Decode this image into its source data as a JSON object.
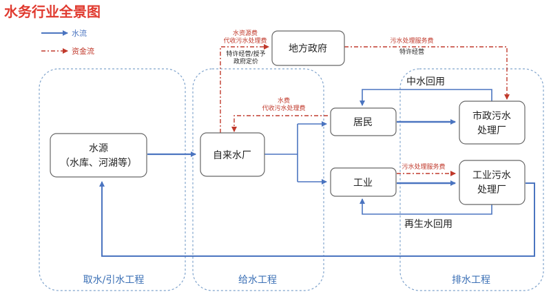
{
  "title": "水务行业全景图",
  "legend": {
    "water_flow": "水流",
    "fund_flow": "资金流"
  },
  "colors": {
    "title": "#e03a2f",
    "water": "#4a74c0",
    "fund": "#c0392b",
    "box_border": "#666666",
    "group_border": "#7fa3cc",
    "group_label": "#3a6fb5"
  },
  "groups": {
    "intake": "取水/引水工程",
    "supply": "给水工程",
    "drainage": "排水工程"
  },
  "nodes": {
    "source_line1": "水源",
    "source_line2": "（水库、河湖等）",
    "waterworks": "自来水厂",
    "government": "地方政府",
    "residents": "居民",
    "industry": "工业",
    "municipal_line1": "市政污水",
    "municipal_line2": "处理厂",
    "industrial_line1": "工业污水",
    "industrial_line2": "处理厂"
  },
  "labels": {
    "fee_top_line1": "水资源费",
    "fee_top_line2": "代收污水处理费",
    "franchise_left_line1": "特许经营/授予",
    "franchise_left_line2": "政府定价",
    "gov_service_fee": "污水处理服务费",
    "gov_franchise": "特许经营",
    "resident_fee_line1": "水费",
    "resident_fee_line2": "代收污水处理费",
    "reclaimed_mid": "中水回用",
    "industry_service_fee": "污水处理服务费",
    "reclaimed_recycled": "再生水回用"
  }
}
